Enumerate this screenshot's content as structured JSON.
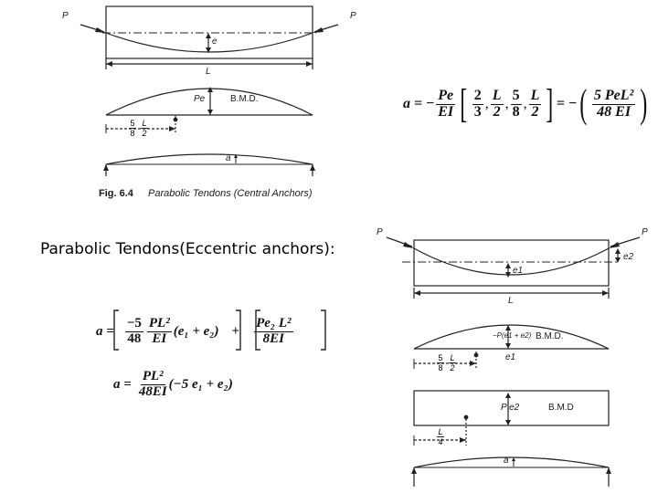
{
  "fig1": {
    "load_left": "P",
    "load_right": "P",
    "ecc": "e",
    "span": "L",
    "moment": "Pe",
    "bmd": "B.M.D.",
    "frac_a_num": "5",
    "frac_a_den": "8",
    "frac_b_num": "L",
    "frac_b_den": "2",
    "defl": "a",
    "caption_no": "Fig. 6.4",
    "caption_text": "Parabolic Tendons (Central Anchors)"
  },
  "eq1": {
    "lhs": "a =",
    "minus": "−",
    "frac1_num": "Pe",
    "frac1_den": "EI",
    "t1_num": "2",
    "t1_den": "3",
    "t2_num": "L",
    "t2_den": "2",
    "t3_num": "5",
    "t3_den": "8",
    "t4_num": "L",
    "t4_den": "2",
    "sep": ",",
    "equals": "= −",
    "rhs_num": "5 PeL²",
    "rhs_den": "48 EI"
  },
  "section2": {
    "title": "Parabolic Tendons(Eccentric anchors):"
  },
  "eq2": {
    "lhs": "a =",
    "f1_num": "−5",
    "f1_den": "48",
    "f2_num": "PL²",
    "f2_den": "EI",
    "paren1": "(e₁ + e₂)",
    "plus": "+",
    "f3_num": "Pe₂ L²",
    "f3_den": "8EI"
  },
  "eq3": {
    "lhs": "a =",
    "f_num": "PL²",
    "f_den": "48EI",
    "paren": "(−5 e₁ + e₂)"
  },
  "fig2": {
    "load_left": "P",
    "load_right": "P",
    "ecc1": "e1",
    "ecc2": "e2",
    "span": "L",
    "moment1": "−P(e1 + e2)",
    "bmd1": "B.M.D.",
    "e1_label": "e1",
    "frac_a_num": "5",
    "frac_a_den": "8",
    "frac_b_num": "L",
    "frac_b_den": "2",
    "moment2": "P e2",
    "bmd2": "B.M.D",
    "q_num": "L",
    "q_den": "4",
    "defl": "a"
  }
}
